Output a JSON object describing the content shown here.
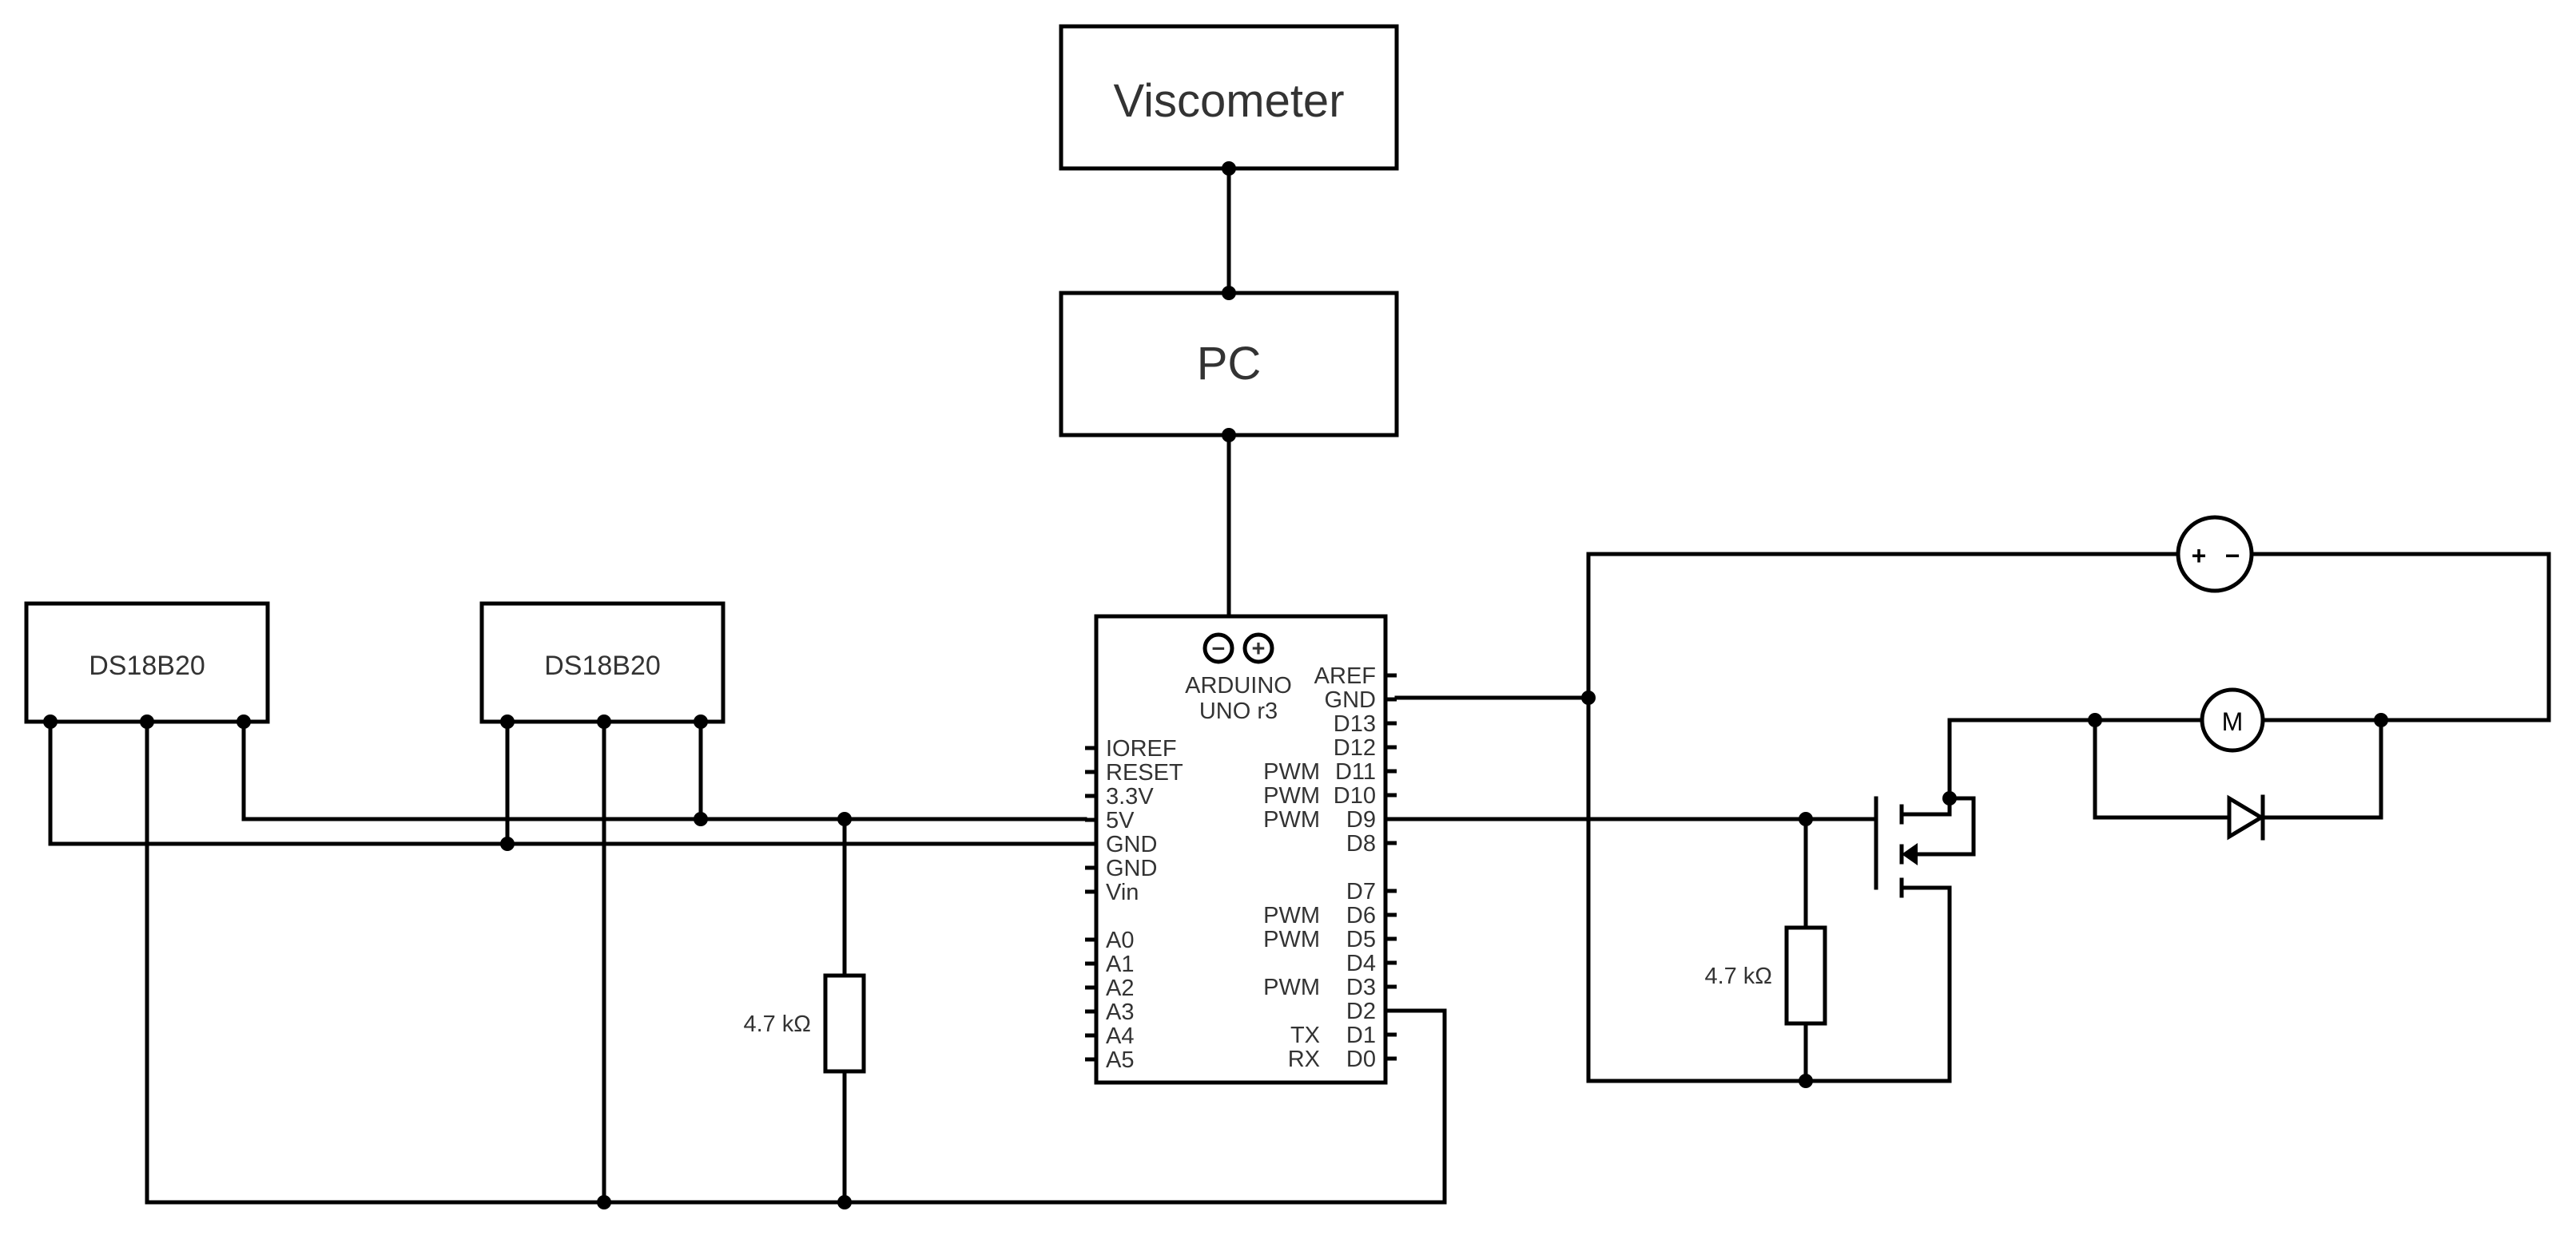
{
  "blocks": {
    "viscometer": "Viscometer",
    "pc": "PC"
  },
  "sensors": [
    {
      "label": "DS18B20"
    },
    {
      "label": "DS18B20"
    }
  ],
  "arduino": {
    "name_line1": "ARDUINO",
    "name_line2": "UNO r3",
    "logo_minus": "−",
    "logo_plus": "+",
    "left_pins": [
      "IOREF",
      "RESET",
      "3.3V",
      "5V",
      "GND",
      "GND",
      "Vin",
      "A0",
      "A1",
      "A2",
      "A3",
      "A4",
      "A5"
    ],
    "right_pins": [
      "AREF",
      "GND",
      "D13",
      "D12",
      "D11",
      "D10",
      "D9",
      "D8",
      "D7",
      "D6",
      "D5",
      "D4",
      "D3",
      "D2",
      "D1",
      "D0"
    ],
    "right_pin_prefixes": {
      "D11": "PWM",
      "D10": "PWM",
      "D9": "PWM",
      "D6": "PWM",
      "D5": "PWM",
      "D3": "PWM",
      "D1": "TX",
      "D0": "RX"
    }
  },
  "resistors": [
    {
      "label": "4.7 kΩ"
    },
    {
      "label": "4.7 kΩ"
    }
  ],
  "battery_symbol": {
    "plus": "+",
    "minus": "−"
  },
  "motor": {
    "label": "M"
  }
}
